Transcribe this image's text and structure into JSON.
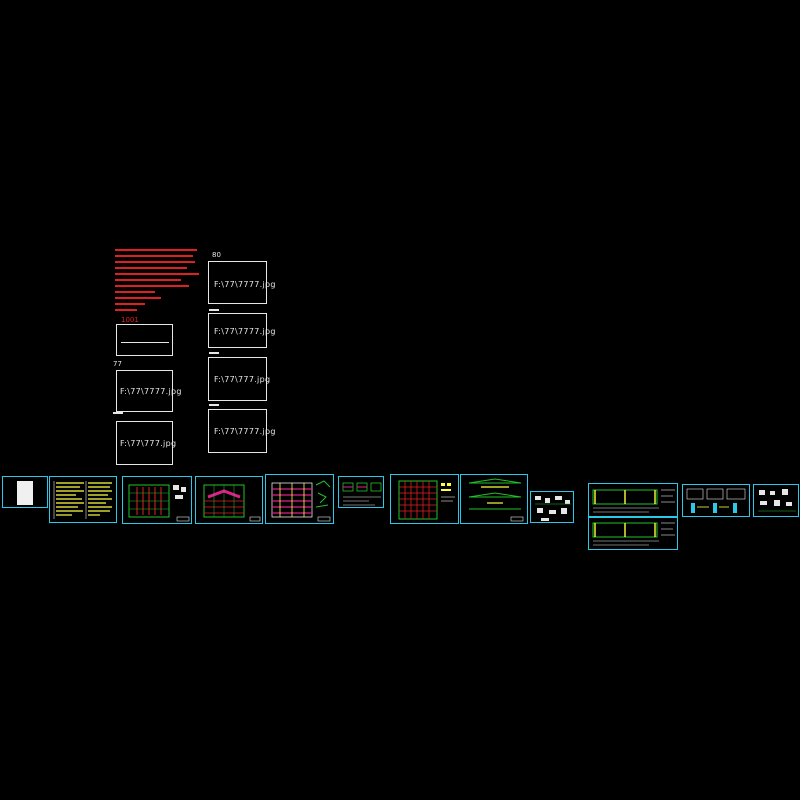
{
  "note_labels": [
    "1001",
    "77",
    "80"
  ],
  "image_placeholders": [
    "F:\\77\\7777.jpg",
    "F:\\77\\777.jpg",
    "F:\\77\\7777.jpg",
    "F:\\77\\7777.jpg",
    "F:\\77\\777.jpg",
    "F:\\77\\7777.jpg"
  ],
  "colors": {
    "frame": "#2cc8e8",
    "notes": "#e02020",
    "grid": "#22c22a",
    "beam": "#e0208a",
    "highlight": "#ffff40",
    "text": "#e6e6e6"
  }
}
